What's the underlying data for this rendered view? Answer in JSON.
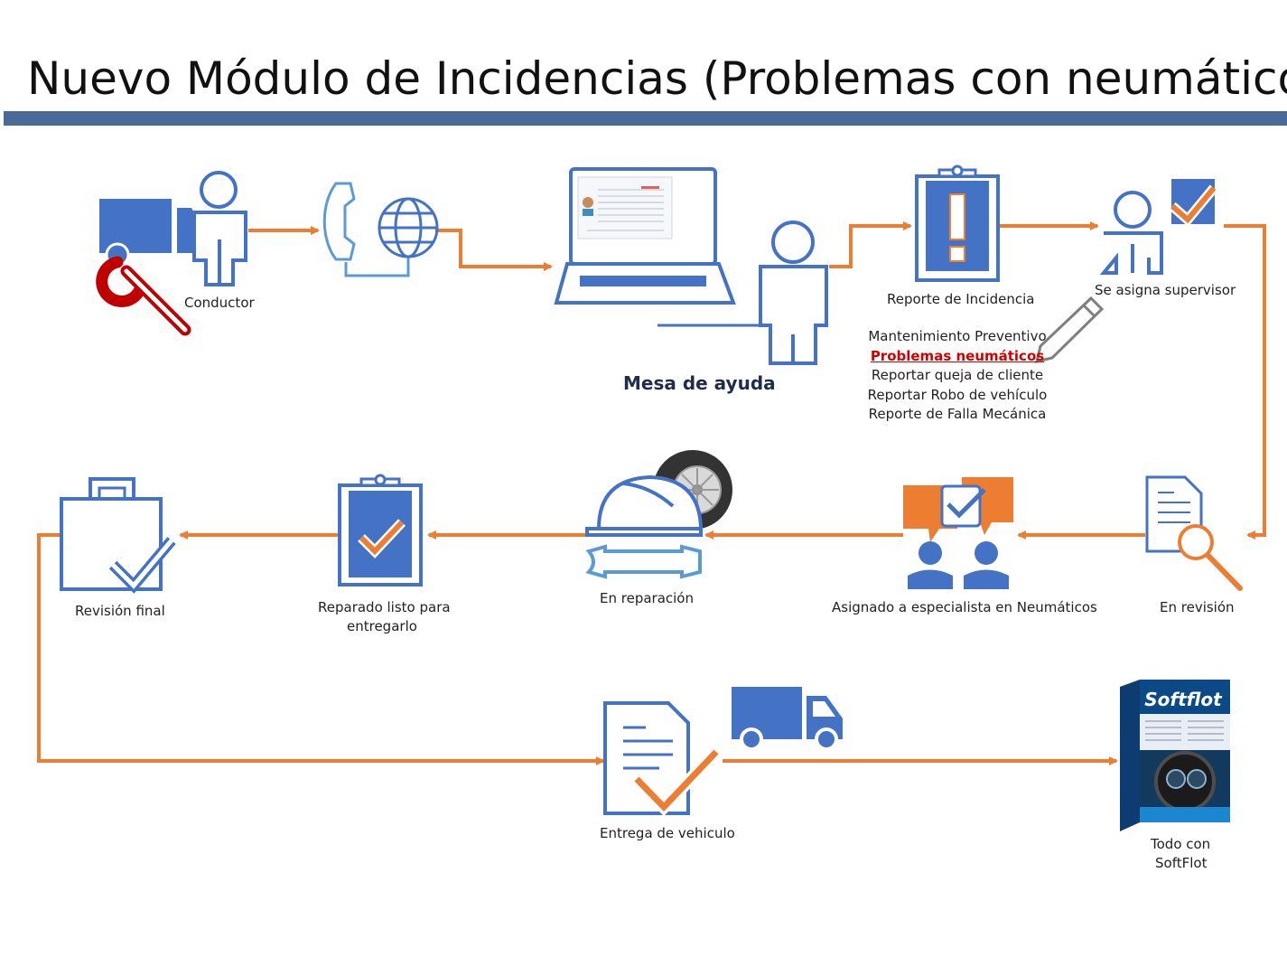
{
  "title": "Nuevo Módulo de Incidencias (Problemas con neumáticos)",
  "colors": {
    "accent": "#ED7D31",
    "icon_blue": "#4472C4",
    "light_blue": "#5B9BD5",
    "title_bar": "#4a6a9a",
    "wrench_red": "#C00000",
    "highlight": "#d40000"
  },
  "steps": {
    "conductor": "Conductor",
    "mesa_ayuda": "Mesa de ayuda",
    "reporte": "Reporte de Incidencia",
    "supervisor": "Se asigna supervisor",
    "revision": "En revisión",
    "especialista": "Asignado a especialista en Neumáticos",
    "reparacion": "En reparación",
    "reparado_line1": "Reparado listo para",
    "reparado_line2": "entregarlo",
    "revision_final": "Revisión final",
    "entrega": "Entrega de vehiculo",
    "todo_line1": "Todo con",
    "todo_line2": "SoftFlot"
  },
  "incident_types": [
    "Mantenimiento Preventivo",
    "Problemas neumáticos",
    "Reportar queja de cliente",
    "Reportar Robo de vehículo",
    "Reporte de Falla Mecánica"
  ],
  "product_box": {
    "brand": "Softflot"
  },
  "icons": [
    "truck-icon",
    "driver-icon",
    "wrench-icon",
    "phone-icon",
    "globe-icon",
    "laptop-icon",
    "agent-icon",
    "clipboard-alert-icon",
    "supervisor-icon",
    "checkbox-icon",
    "pencil-icon",
    "document-search-icon",
    "chat-team-icon",
    "tire-icon",
    "hardhat-wrench-icon",
    "clipboard-check-icon",
    "bag-check-icon",
    "document-check-icon",
    "delivery-truck-icon",
    "software-box-icon"
  ]
}
